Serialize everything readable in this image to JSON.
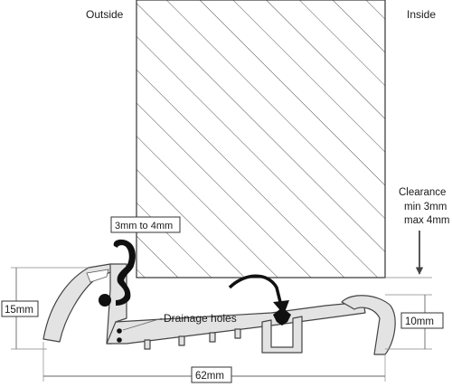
{
  "labels": {
    "outside": "Outside",
    "inside": "Inside",
    "clearance_line1": "Clearance",
    "clearance_line2": "min 3mm",
    "clearance_line3": "max 4mm",
    "gap": "3mm to 4mm",
    "drainage": "Drainage holes",
    "height_outer": "15mm",
    "height_inner": "10mm",
    "width": "62mm"
  },
  "colors": {
    "profile_fill": "#e3e3e3",
    "seal": "#101010",
    "outline": "#333333"
  }
}
